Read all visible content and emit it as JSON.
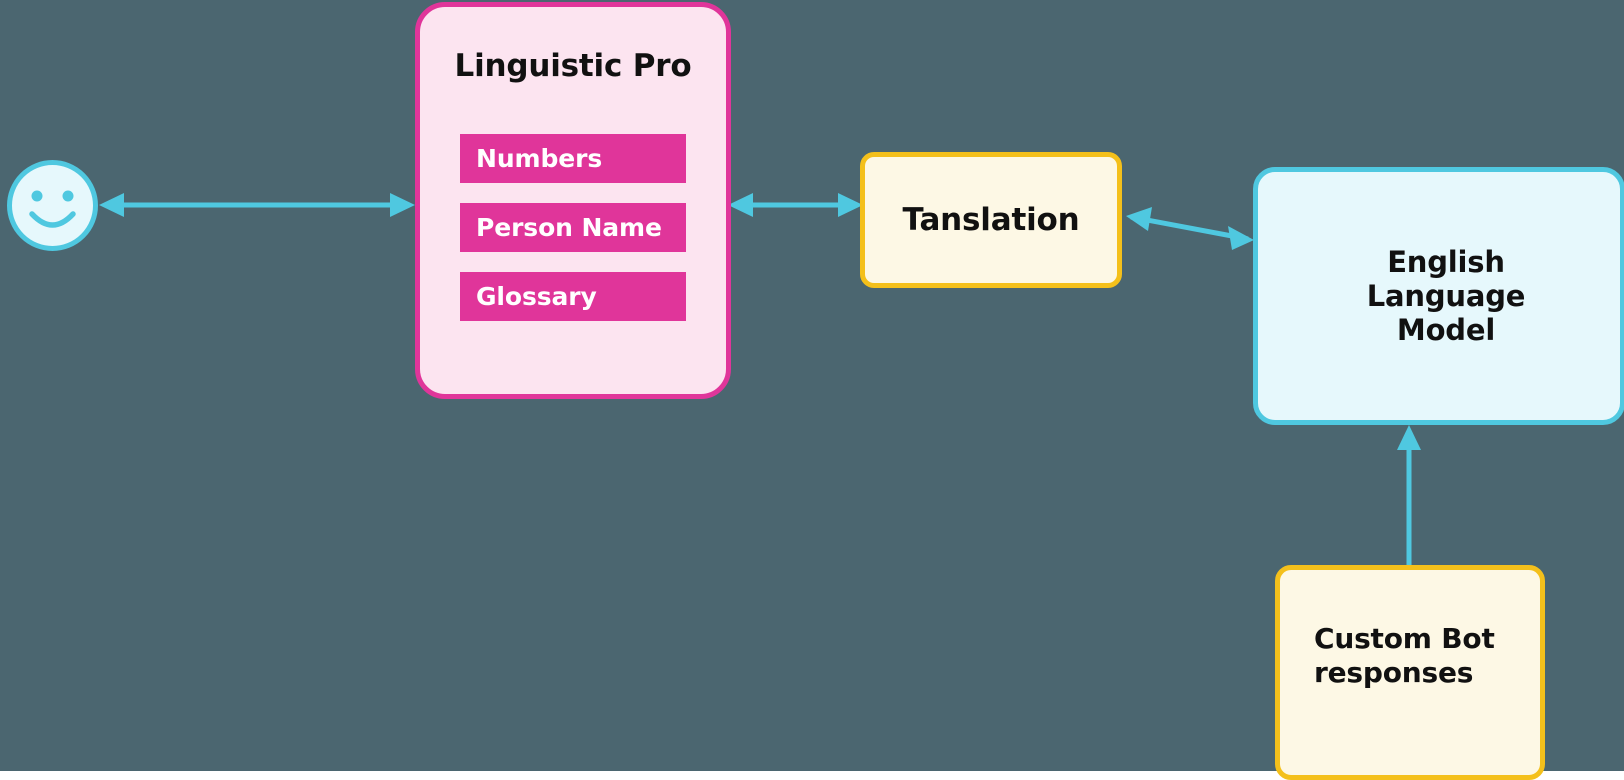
{
  "background_color": "#4B6670",
  "palette": {
    "cyan": "#4FC8E0",
    "cyan_fill": "#E6F8FC",
    "magenta": "#E0359A",
    "pink_fill": "#FCE4F0",
    "yellow": "#F4C01B",
    "cream_fill": "#FDF8E5",
    "text": "#111111"
  },
  "nodes": {
    "user": {
      "icon": "smiley-face-icon",
      "label": ""
    },
    "linguistic_pro": {
      "title": "Linguistic Pro",
      "tags": [
        {
          "label": "Numbers"
        },
        {
          "label": "Person Name"
        },
        {
          "label": "Glossary"
        }
      ]
    },
    "translation": {
      "label": "Tanslation"
    },
    "english_language_model": {
      "label": "English\nLanguage\nModel"
    },
    "custom_bot_responses": {
      "label": "Custom Bot\nresponses"
    }
  },
  "connectors": [
    {
      "name": "user-to-linguistic-pro",
      "from": "user",
      "to": "linguistic_pro",
      "direction": "bidirectional"
    },
    {
      "name": "linguistic-pro-to-translation",
      "from": "linguistic_pro",
      "to": "translation",
      "direction": "bidirectional"
    },
    {
      "name": "translation-to-english-language-model",
      "from": "translation",
      "to": "english_language_model",
      "direction": "bidirectional"
    },
    {
      "name": "custom-bot-responses-to-english-language-model",
      "from": "custom_bot_responses",
      "to": "english_language_model",
      "direction": "up"
    }
  ]
}
